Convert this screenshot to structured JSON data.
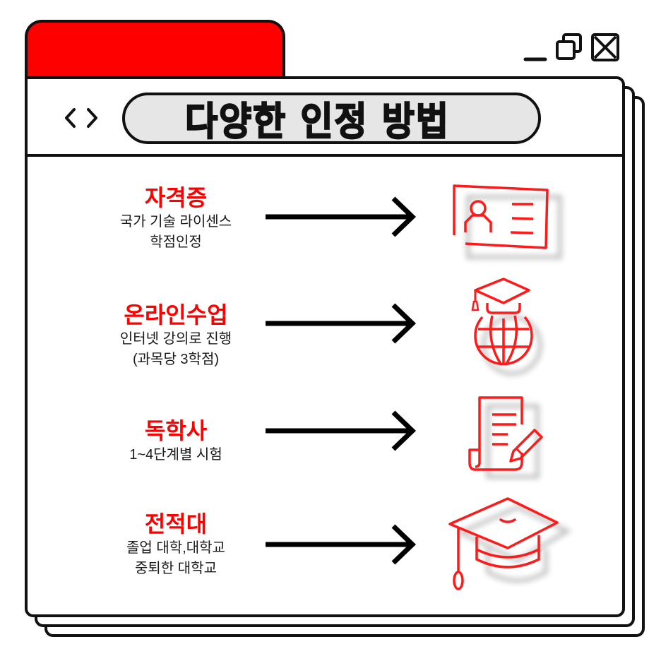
{
  "window": {
    "title": "다양한 인정 방법",
    "controls": {
      "minimize": "minimize-icon",
      "restore": "restore-icon",
      "close": "close-icon"
    },
    "nav_icon": "code-brackets-icon"
  },
  "colors": {
    "accent": "#ff0000",
    "outline": "#111111",
    "title_pill": "#e6e6e6",
    "text": "#1a1a1a"
  },
  "methods": [
    {
      "heading": "자격증",
      "lines": [
        "국가 기술 라이센스",
        "학점인정"
      ],
      "icon": "id-card-icon"
    },
    {
      "heading": "온라인수업",
      "lines": [
        "인터넷 강의로 진행",
        "(과목당 3학점)"
      ],
      "icon": "globe-graduation-cap-icon"
    },
    {
      "heading": "독학사",
      "lines": [
        "1~4단계별 시험"
      ],
      "icon": "document-pencil-icon"
    },
    {
      "heading": "전적대",
      "lines": [
        "졸업 대학,대학교",
        "중퇴한 대학교"
      ],
      "icon": "graduation-cap-icon"
    }
  ]
}
